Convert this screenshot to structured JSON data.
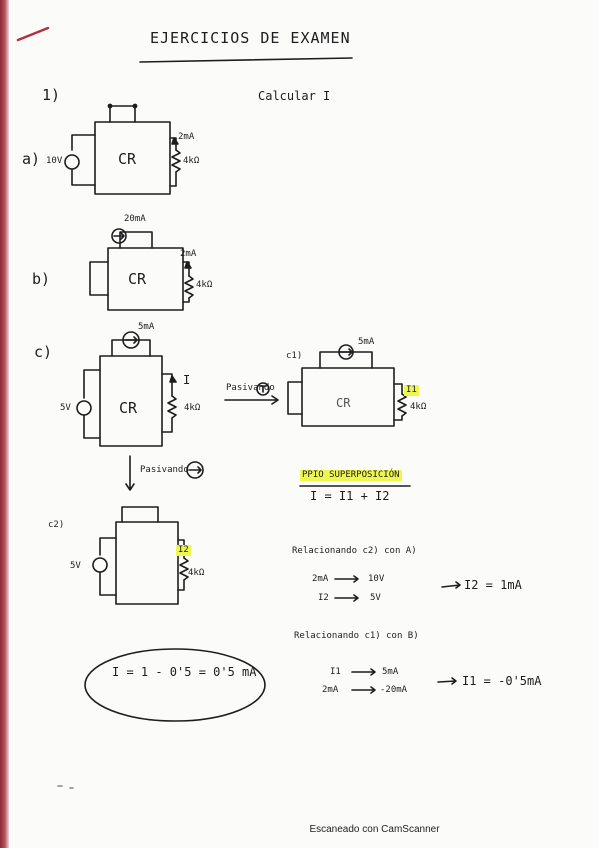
{
  "colors": {
    "ink": "#1d1d1f",
    "highlight": "#eef74e",
    "binding": "#8c2a35"
  },
  "title": "EJERCICIOS DE EXAMEN",
  "problem_number": "1)",
  "instruction": "Calcular I",
  "part_a": {
    "label": "a)",
    "source": "10V",
    "block": "CR",
    "current": "2mA",
    "resistor": "4kΩ"
  },
  "part_b": {
    "label": "b)",
    "source": "20mA",
    "block": "CR",
    "current": "2mA",
    "resistor": "4kΩ"
  },
  "part_c": {
    "label": "c)",
    "source_top": "5mA",
    "source_left": "5V",
    "block": "CR",
    "current": "I",
    "resistor": "4kΩ"
  },
  "arrow_right_label": "Pasivando",
  "arrow_down_label": "Pasivando",
  "part_c1": {
    "label": "c1)",
    "source_top": "5mA",
    "block": "CR",
    "current": "I1",
    "resistor": "4kΩ"
  },
  "part_c2": {
    "label": "c2)",
    "source": "5V",
    "current": "I2",
    "resistor": "4kΩ"
  },
  "superposition": {
    "heading": "PPIO SUPERPOSICIÓN",
    "equation": "I = I1 + I2"
  },
  "relation_c2": {
    "heading": "Relacionando c2) con A)",
    "rows": [
      {
        "left": "2mA",
        "right": "10V"
      },
      {
        "left": "I2",
        "right": "5V"
      }
    ],
    "result": "I2 = 1mA"
  },
  "relation_c1": {
    "heading": "Relacionando c1) con B)",
    "rows": [
      {
        "left": "I1",
        "right": "5mA"
      },
      {
        "left": "2mA",
        "right": "-20mA"
      }
    ],
    "result": "I1 = -0'5mA"
  },
  "final_answer": "I = 1 - 0'5 = 0'5 mA",
  "footer": "Escaneado con CamScanner"
}
